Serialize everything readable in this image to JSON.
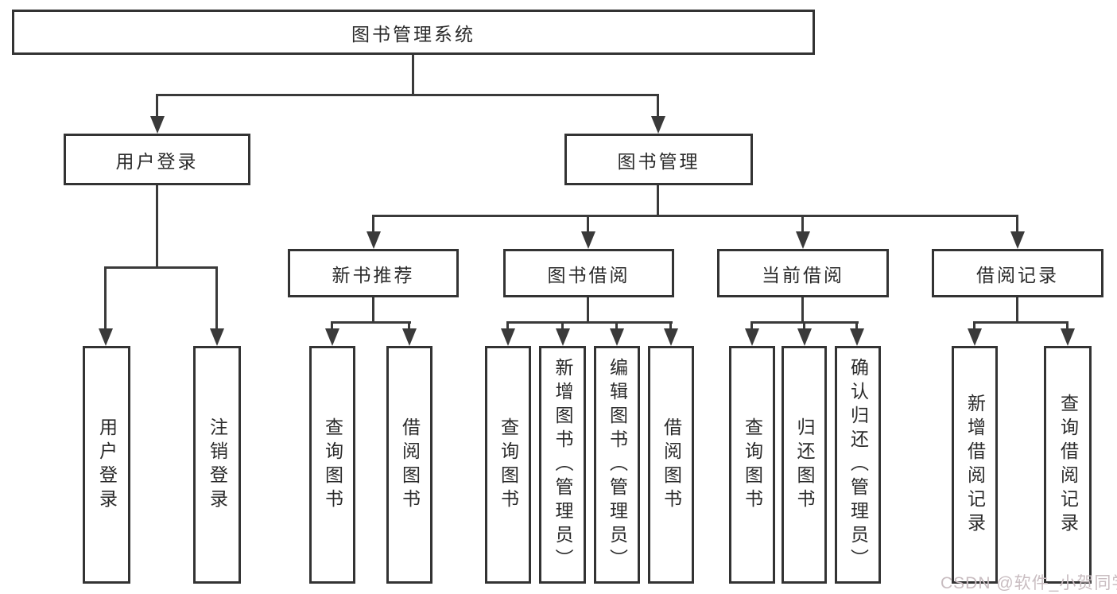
{
  "watermark": {
    "text": "CSDN @软件_小贺同学"
  },
  "colors": {
    "background": "#ffffff",
    "box_border": "#333333",
    "connector_line": "#3a3a3a",
    "box_text": "#2a2a2a",
    "watermark_text": "#c9bdc1"
  },
  "tree": {
    "root": {
      "label": "图书管理系统",
      "children": [
        {
          "label": "用户登录",
          "children": [
            {
              "label": "用户登录"
            },
            {
              "label": "注销登录"
            }
          ]
        },
        {
          "label": "图书管理",
          "children": [
            {
              "label": "新书推荐",
              "children": [
                {
                  "label": "查询图书"
                },
                {
                  "label": "借阅图书"
                }
              ]
            },
            {
              "label": "图书借阅",
              "children": [
                {
                  "label": "查询图书"
                },
                {
                  "label": "新增图书（管理员）"
                },
                {
                  "label": "编辑图书（管理员）"
                },
                {
                  "label": "借阅图书"
                }
              ]
            },
            {
              "label": "当前借阅",
              "children": [
                {
                  "label": "查询图书"
                },
                {
                  "label": "归还图书"
                },
                {
                  "label": "确认归还（管理员）"
                }
              ]
            },
            {
              "label": "借阅记录",
              "children": [
                {
                  "label": "新增借阅记录"
                },
                {
                  "label": "查询借阅记录"
                }
              ]
            }
          ]
        }
      ]
    }
  }
}
